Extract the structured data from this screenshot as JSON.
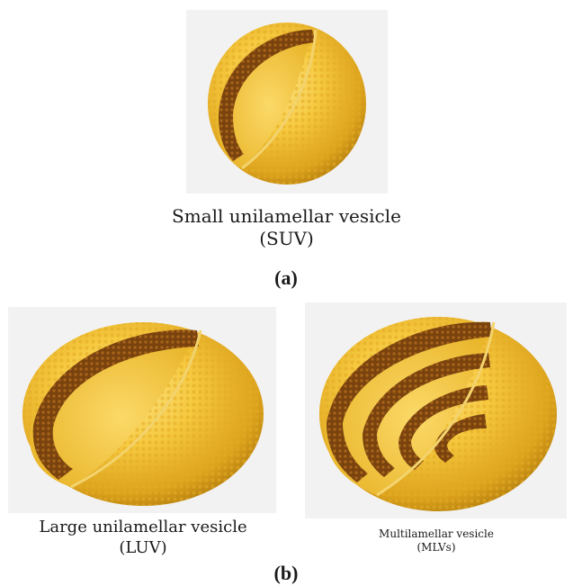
{
  "figure_a": {
    "caption_line1": "Small unilamellar vesicle",
    "caption_line2": "(SUV)",
    "label": "(a)"
  },
  "figure_b": {
    "left_caption_line1": "Large unilamellar vesicle",
    "left_caption_line2": "(LUV)",
    "right_caption_line1": "Multilamellar vesicle",
    "right_caption_line2": "(MLVs)",
    "label": "(b)"
  },
  "colors": {
    "vesicle_light": "#f9d25c",
    "vesicle_mid": "#e8b020",
    "vesicle_dark": "#b98310",
    "bilayer_dark": "#6d3a0c",
    "bilayer_head": "#d89a2a",
    "panel_bg": "#f2f2f2"
  }
}
